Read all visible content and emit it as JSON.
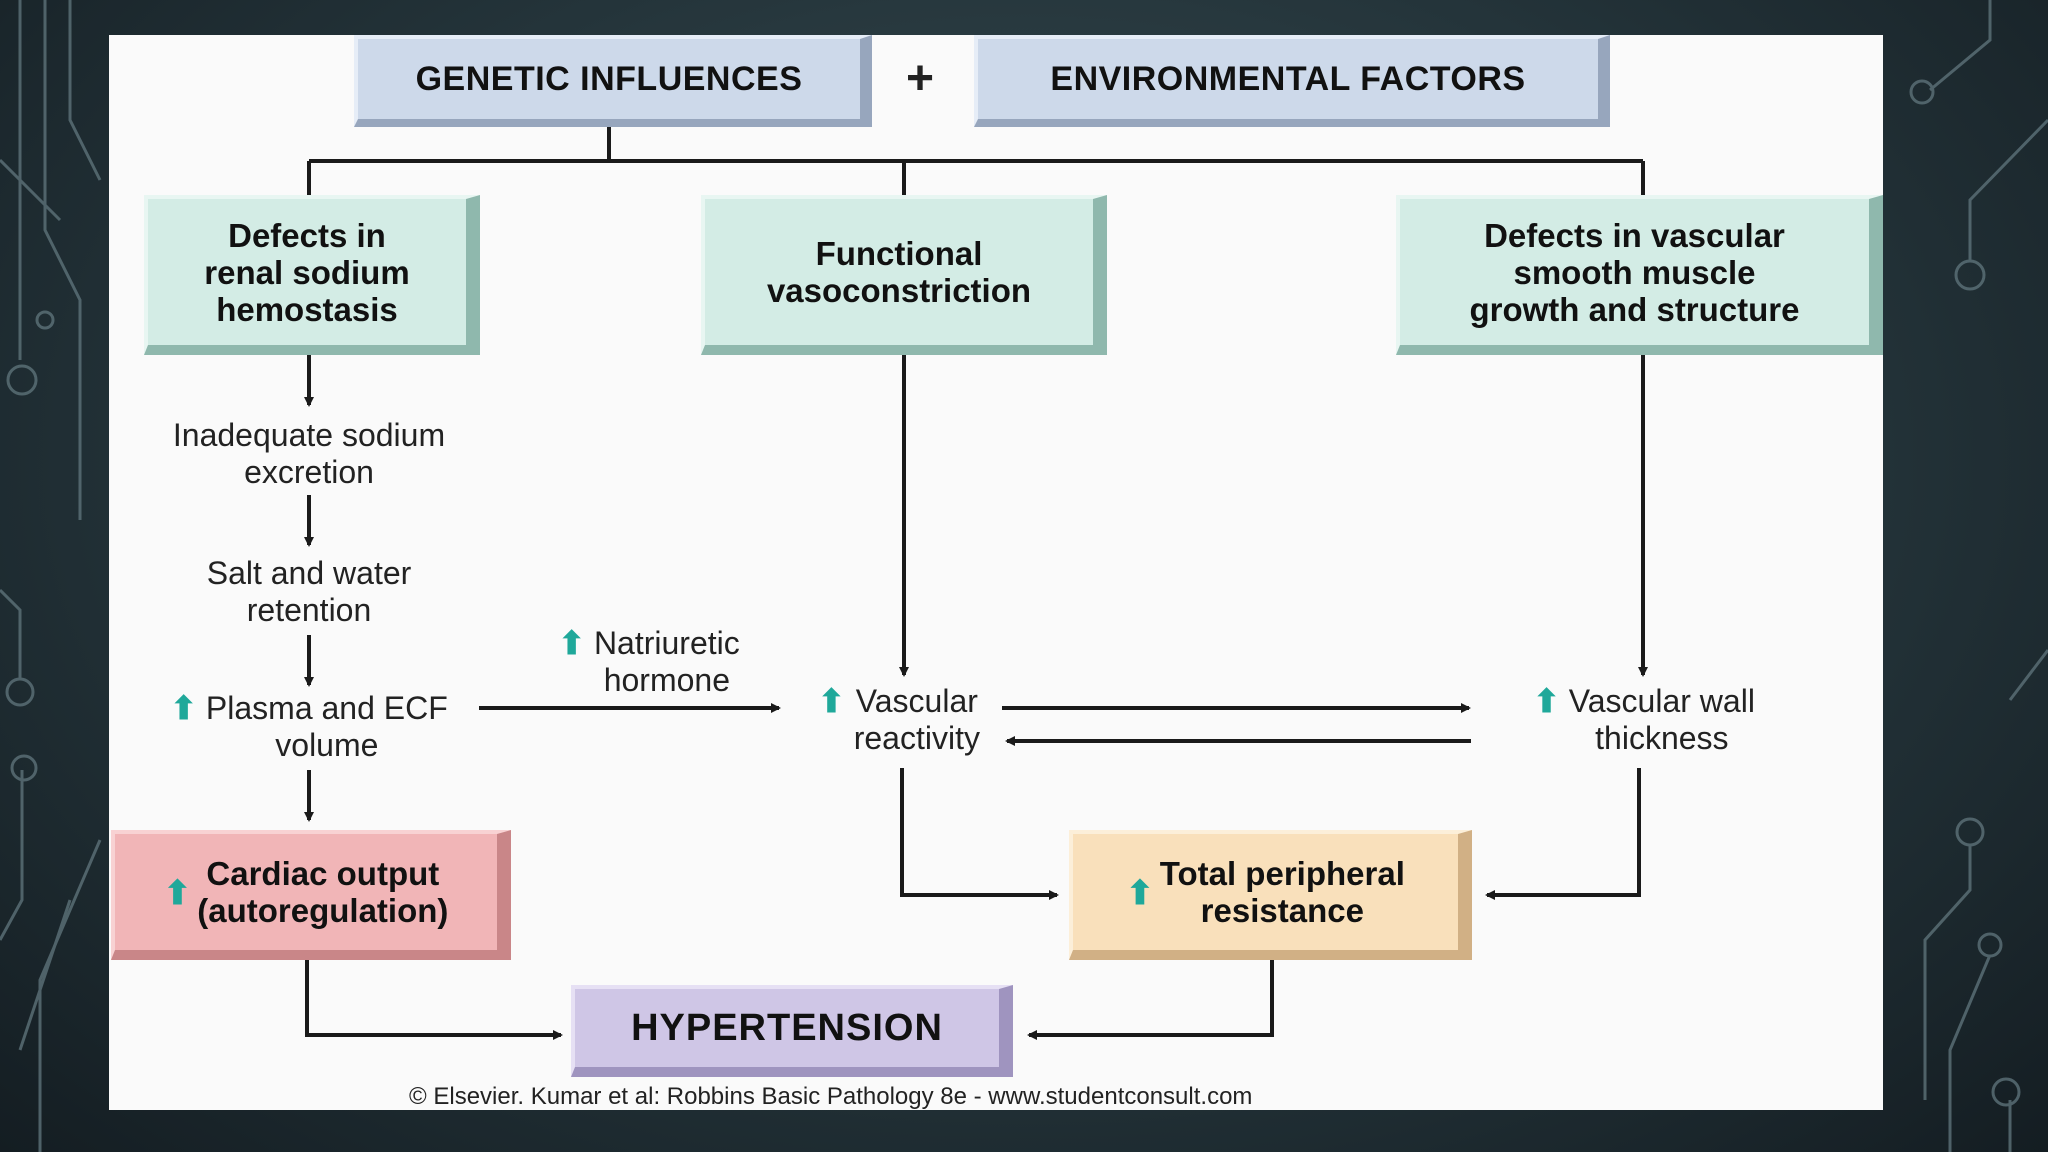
{
  "diagram": {
    "top": {
      "genetic": "GENETIC INFLUENCES",
      "plus": "+",
      "environmental": "ENVIRONMENTAL FACTORS"
    },
    "defects_renal": "Defects in\nrenal sodium\nhemostasis",
    "functional": "Functional\nvasoconstriction",
    "defects_vascular": "Defects in vascular\nsmooth muscle\ngrowth and structure",
    "inadequate": "Inadequate sodium\nexcretion",
    "salt_water": "Salt and water\nretention",
    "natriuretic": "Natriuretic\nhormone",
    "plasma": "Plasma and ECF\nvolume",
    "vascular_reactivity": "Vascular\nreactivity",
    "vascular_wall": "Vascular wall\nthickness",
    "cardiac": "Cardiac output\n(autoregulation)",
    "tpr": "Total peripheral\nresistance",
    "hypertension": "HYPERTENSION",
    "up_arrow_glyph": "⬆",
    "credit": "© Elsevier. Kumar et al: Robbins Basic Pathology 8e - www.studentconsult.com"
  },
  "colors": {
    "header_box": "#cdd9ea",
    "teal_box": "#d3ece5",
    "pink_box": "#f1b5b7",
    "peach_box": "#f9e0bb",
    "purple_box": "#cfc6e6",
    "up_arrow": "#1fa89a"
  }
}
